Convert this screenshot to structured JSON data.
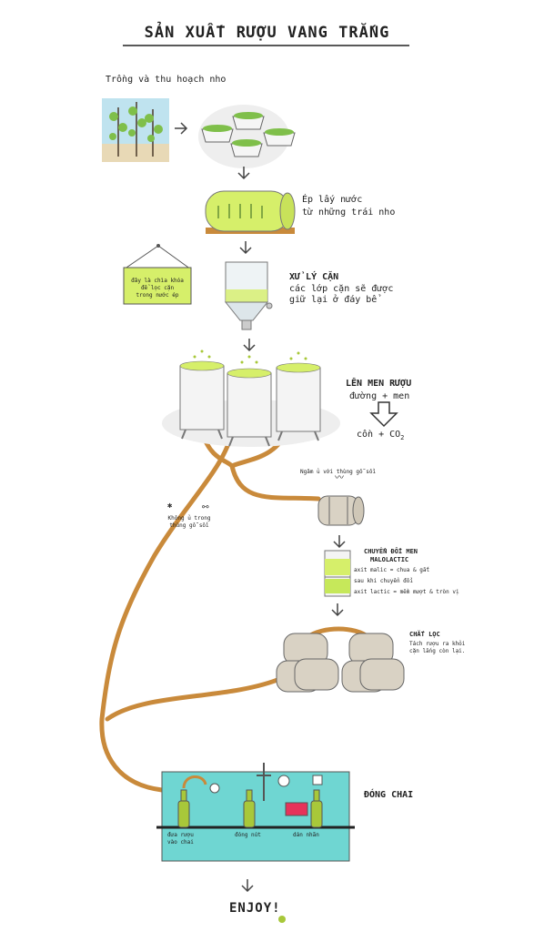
{
  "title": "SẢN XUẤT RƯỢU VANG TRẮNG",
  "steps": {
    "harvest": "Trồng và thu hoạch nho",
    "press": {
      "line1": "Ép lấy nước",
      "line2": "từ những trái nho"
    },
    "note_sign": {
      "line1": "đây là chìa khóa",
      "line2": "để lọc cặn",
      "line3": "trong nước ép"
    },
    "settling": {
      "title": "XỬ LÝ CẶN",
      "line1": "các lớp cặn sẽ được",
      "line2": "giữ lại ở đáy bể"
    },
    "fermentation": {
      "title": "LÊN MEN RƯỢU",
      "line1": "đường + men",
      "result": "cồn + CO",
      "subscript": "2"
    },
    "oak": "Ngâm ủ với thùng gỗ sồi",
    "no_oak": {
      "line1": "Không ủ trong",
      "line2": "thùng gỗ sồi"
    },
    "malolactic": {
      "title1": "CHUYỂN ĐỔI MEN",
      "title2": "MALOLACTIC",
      "line1": "axit malic = chua & gắt",
      "line2": "sau khi chuyển đổi",
      "line3": "axit lactic = mềm mượt & tròn vị"
    },
    "fining": {
      "title": "CHẮT LỌC",
      "line1": "Tách rượu ra khỏi",
      "line2": "cặn lắng còn lại."
    },
    "bottling": {
      "title": "ĐÓNG CHAI",
      "fill1": "đưa rượu",
      "fill2": "vào chai",
      "cork": "đóng nút",
      "label": "dán nhãn"
    },
    "enjoy": "ENJOY!"
  },
  "colors": {
    "pipe": "#c98a3b",
    "lime": "#d6ef6a",
    "grape": "#7fbf4a",
    "sky": "#bfe3ef",
    "machine": "#6fd6d2",
    "barrel": "#d9d2c4"
  }
}
